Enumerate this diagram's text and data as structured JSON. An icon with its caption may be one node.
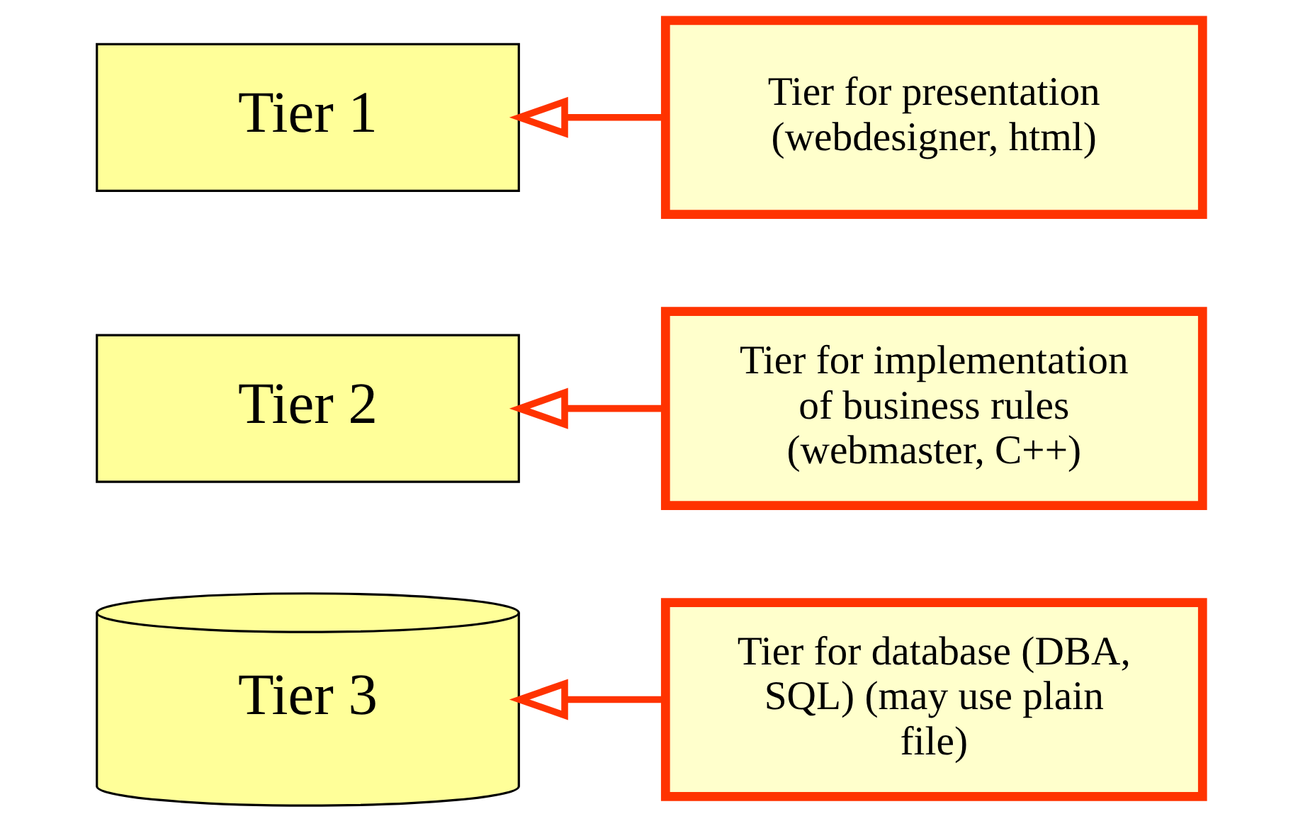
{
  "diagram": {
    "nodes": [
      {
        "text": [
          "Tier 1"
        ]
      },
      {
        "text": [
          "Tier for presentation (webdesigner, html)"
        ]
      },
      {
        "text": [
          "Tier 2"
        ]
      },
      {
        "text": [
          "Tier for implementation of business rules (webmaster, C++)"
        ]
      },
      {
        "text": [
          "Tier 3"
        ]
      },
      {
        "text": [
          "Tier for database (DBA, SQL) (may use plain file)"
        ]
      }
    ],
    "edges": [
      {
        "from": 1,
        "to": 0,
        "arrow": "to"
      },
      {
        "from": 3,
        "to": 2,
        "arrow": "to"
      },
      {
        "from": 5,
        "to": 4,
        "arrow": "to"
      }
    ]
  }
}
